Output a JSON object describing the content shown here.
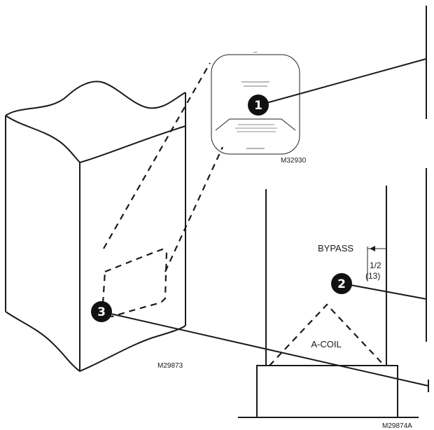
{
  "labels": {
    "bypass": "BYPASS",
    "dimension_inch": "1/2",
    "dimension_mm": "(13)",
    "coil": "A-COIL",
    "fig_left": "M29873",
    "fig_label_card": "M32930",
    "fig_right": "M29874A"
  },
  "callouts": [
    "1",
    "2",
    "3"
  ],
  "icons": {
    "callout_marker": "numbered-black-circle",
    "label_card": "mounting-label-card"
  },
  "colors": {
    "ink": "#1a1a1a",
    "background": "#ffffff"
  }
}
